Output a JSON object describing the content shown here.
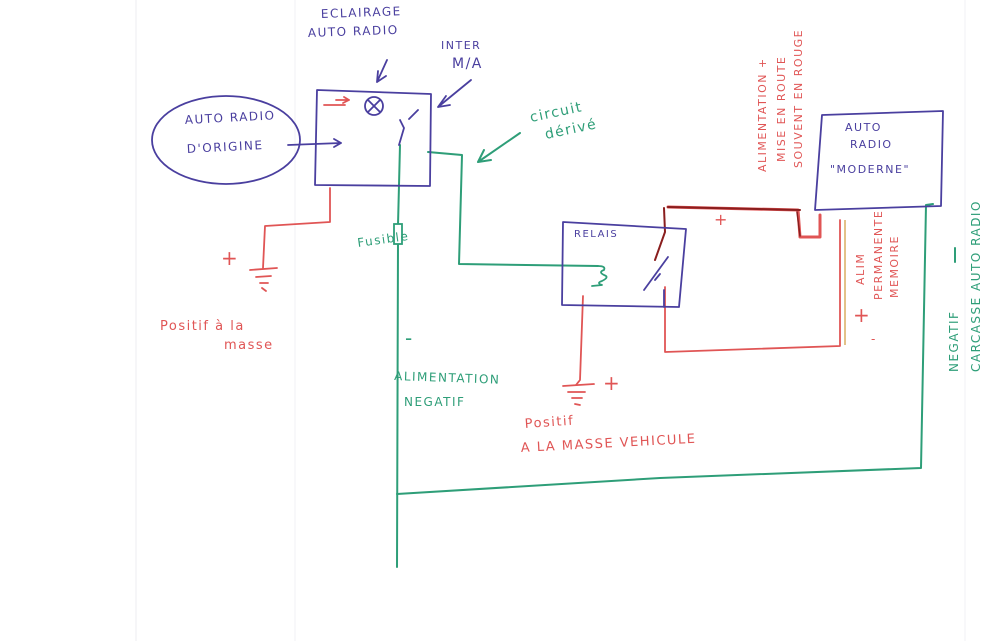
{
  "colors": {
    "blue": "#4a3f9f",
    "green": "#2e9e78",
    "red": "#e05555",
    "dark_red": "#8a1e1e",
    "paper": "#ffffff",
    "margin_line": "#ececf2"
  },
  "labels": {
    "eclairage_1": "ECLAIRAGE",
    "eclairage_2": "AUTO RADIO",
    "inter_1": "INTER",
    "inter_2": "M/A",
    "origine_1": "AUTO RADIO",
    "origine_2": "D'ORIGINE",
    "circuit_1": "circuit",
    "circuit_2": "dérivé",
    "fusible": "Fusible",
    "positif_1_a": "Positif à la",
    "positif_1_b": "masse",
    "relais": "RELAIS",
    "minus_1": "-",
    "alim_neg_1": "ALIMENTATION",
    "alim_neg_2": "NEGATIF",
    "plus_mid": "+",
    "positif_2_a": "Positif",
    "positif_2_b": "A LA MASSE VEHICULE",
    "plus_left": "+",
    "plus_top": "+",
    "plus_right": "+",
    "minus_right": "-",
    "moderne_1": "AUTO",
    "moderne_2": "RADIO",
    "moderne_3": "\"MODERNE\"",
    "alim_rouge_1": "ALIMENTATION +",
    "alim_rouge_2": "MISE EN ROUTE",
    "alim_rouge_3": "SOUVENT EN ROUGE",
    "alim_perm_1": "ALIM",
    "alim_perm_2": "PERMANENTE",
    "alim_perm_3": "MEMOIRE",
    "negatif_1": "NEGATIF",
    "negatif_2": "CARCASSE AUTO RADIO"
  }
}
